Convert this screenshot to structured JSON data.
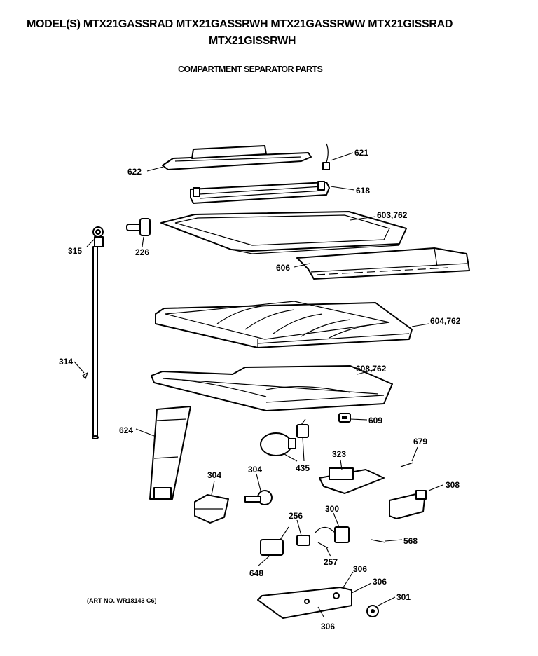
{
  "header": {
    "models_line1": "MODEL(S) MTX21GASSRAD  MTX21GASSRWH  MTX21GASSRWW  MTX21GISSRAD",
    "models_line2": "MTX21GISSRWH",
    "subtitle": "COMPARTMENT SEPARATOR PARTS"
  },
  "art_number": "(ART NO. WR18143 C6)",
  "parts": {
    "p621": "621",
    "p622": "622",
    "p618": "618",
    "p603": "603,762",
    "p226": "226",
    "p315": "315",
    "p606": "606",
    "p604": "604,762",
    "p314": "314",
    "p608": "608,762",
    "p609": "609",
    "p624": "624",
    "p679": "679",
    "p323": "323",
    "p435": "435",
    "p304a": "304",
    "p304b": "304",
    "p308": "308",
    "p300": "300",
    "p256": "256",
    "p568": "568",
    "p257": "257",
    "p648": "648",
    "p306a": "306",
    "p306b": "306",
    "p306c": "306",
    "p301": "301"
  }
}
